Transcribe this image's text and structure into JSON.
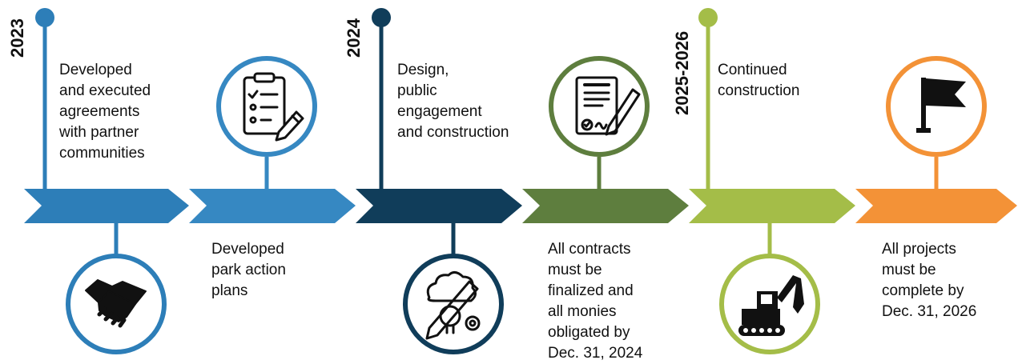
{
  "colors": {
    "blue": "#2d7eb8",
    "blue_alt": "#3688c2",
    "navy": "#103d5a",
    "olive": "#5e7e3e",
    "lime": "#a4bd48",
    "orange": "#f39237"
  },
  "years": [
    "2023",
    "2024",
    "2025-2026"
  ],
  "milestones": [
    {
      "lines": [
        "Developed",
        "and executed",
        "agreements",
        "with partner",
        "communities"
      ],
      "icon": "handshake-icon"
    },
    {
      "lines": [
        "Developed",
        "park action",
        "plans"
      ],
      "icon": "checklist-icon"
    },
    {
      "lines": [
        "Design,",
        "public",
        "engagement",
        "and construction"
      ],
      "icon": "design-tools-icon"
    },
    {
      "lines": [
        "All contracts",
        "must be",
        "finalized and",
        "all monies",
        "obligated by",
        "Dec. 31, 2024"
      ],
      "icon": "signed-contract-icon"
    },
    {
      "lines": [
        "Continued",
        "construction"
      ],
      "icon": "excavator-icon"
    },
    {
      "lines": [
        "All projects",
        "must be",
        "complete by",
        "Dec. 31, 2026"
      ],
      "icon": "flag-icon"
    }
  ]
}
